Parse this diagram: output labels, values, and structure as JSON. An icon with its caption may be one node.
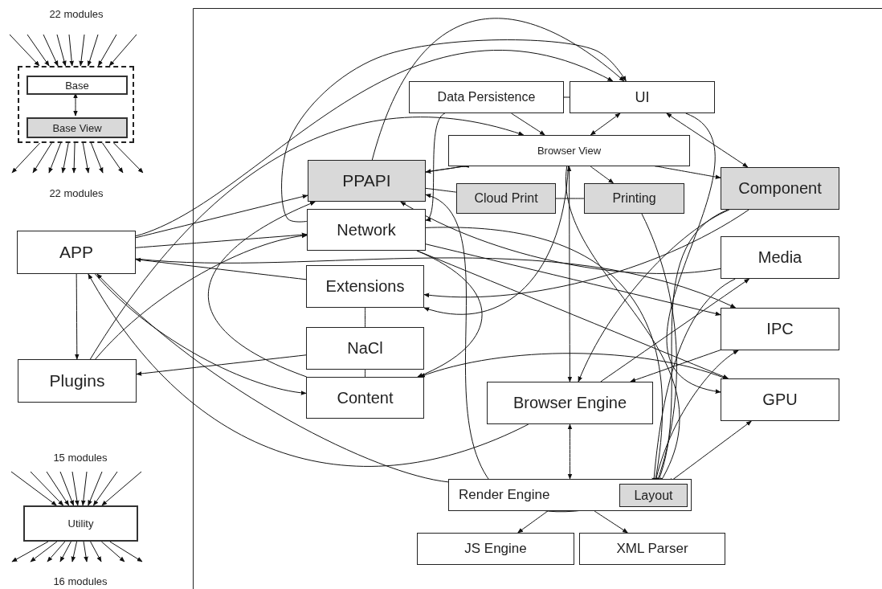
{
  "diagram": {
    "nodes": [
      {
        "text": [],
        "shape": "box"
      },
      {
        "text": [
          "Base"
        ],
        "in": 0
      },
      {
        "text": [
          "Base View"
        ],
        "in": 0
      },
      {
        "text": [
          "APP"
        ]
      },
      {
        "text": [
          "Plugins"
        ]
      },
      {
        "text": [
          "Utility"
        ]
      },
      {
        "text": [
          "Data Persistence"
        ]
      },
      {
        "text": [
          "UI"
        ]
      },
      {
        "text": [
          "Browser View"
        ]
      },
      {
        "text": [
          "PPAPI"
        ]
      },
      {
        "text": [
          "Cloud Print"
        ]
      },
      {
        "text": [
          "Printing"
        ]
      },
      {
        "text": [
          "Component"
        ]
      },
      {
        "text": [
          "Network"
        ]
      },
      {
        "text": [
          "Media"
        ]
      },
      {
        "text": [
          "Extensions"
        ]
      },
      {
        "text": [
          "NaCl"
        ]
      },
      {
        "text": [
          "IPC"
        ]
      },
      {
        "text": [
          "Content"
        ]
      },
      {
        "text": [
          "Browser Engine"
        ]
      },
      {
        "text": [
          "GPU"
        ]
      },
      {
        "text": [
          "Render Engine"
        ]
      },
      {
        "text": [
          "Layout"
        ],
        "in": 21
      },
      {
        "text": [
          "JS Engine"
        ]
      },
      {
        "text": [
          "XML Parser"
        ]
      }
    ],
    "edges": [
      {
        "from": 1,
        "to": 2,
        "arrow": "both"
      },
      {
        "from": 21,
        "to": 23,
        "arrow": "to"
      },
      {
        "from": 21,
        "to": 24,
        "arrow": "to"
      },
      {
        "from": 19,
        "to": 21,
        "arrow": "both"
      },
      {
        "from": 7,
        "to": 8,
        "arrow": "both"
      },
      {
        "from": 7,
        "to": 12,
        "arrow": "both"
      },
      {
        "from": 11,
        "to": 10,
        "arrow": "to"
      },
      {
        "from": 8,
        "to": 11,
        "arrow": "to"
      },
      {
        "from": 8,
        "to": 12,
        "arrow": "to"
      },
      {
        "from": 6,
        "to": 13,
        "arrow": "to"
      },
      {
        "from": 9,
        "to": 8,
        "arrow": "to"
      },
      {
        "from": 6,
        "to": 8,
        "arrow": "to"
      },
      {
        "from": 3,
        "to": 4,
        "arrow": "to"
      },
      {
        "from": 16,
        "to": 4,
        "arrow": "to"
      },
      {
        "from": 3,
        "to": 18,
        "arrow": "to"
      },
      {
        "from": 3,
        "to": 17,
        "arrow": "to"
      },
      {
        "from": 3,
        "to": 13,
        "arrow": "to"
      },
      {
        "from": 15,
        "to": 3,
        "arrow": "to"
      },
      {
        "from": 21,
        "to": 3,
        "arrow": "to"
      },
      {
        "from": 19,
        "to": 3,
        "arrow": "to"
      },
      {
        "from": 15,
        "to": 16,
        "arrow": "to"
      },
      {
        "from": 16,
        "to": 18,
        "arrow": "to"
      },
      {
        "from": 13,
        "to": 18,
        "arrow": "to"
      },
      {
        "from": 20,
        "to": 18,
        "arrow": "to"
      },
      {
        "from": 8,
        "to": 19,
        "arrow": "both"
      },
      {
        "from": 17,
        "to": 19,
        "arrow": "to"
      },
      {
        "from": 8,
        "to": 22,
        "arrow": "to"
      },
      {
        "from": 9,
        "to": 22,
        "arrow": "both"
      },
      {
        "from": 13,
        "to": 22,
        "arrow": "to"
      },
      {
        "from": 11,
        "to": 22,
        "arrow": "to"
      },
      {
        "from": 13,
        "to": 20,
        "arrow": "to"
      },
      {
        "from": 20,
        "to": 22,
        "arrow": "both"
      },
      {
        "from": 12,
        "to": 22,
        "arrow": "to"
      },
      {
        "from": 14,
        "to": 22,
        "arrow": "to"
      },
      {
        "from": 7,
        "to": 20,
        "arrow": "to"
      },
      {
        "from": 19,
        "to": 14,
        "arrow": "to"
      },
      {
        "from": 22,
        "to": 17,
        "arrow": "to"
      },
      {
        "from": 13,
        "to": 17,
        "arrow": "to"
      },
      {
        "from": 8,
        "to": 9,
        "arrow": "to"
      },
      {
        "from": 10,
        "to": 9,
        "arrow": "to"
      },
      {
        "from": 14,
        "to": 9,
        "arrow": "to"
      },
      {
        "from": 18,
        "to": 9,
        "arrow": "to"
      },
      {
        "from": 13,
        "to": 7,
        "arrow": "to"
      },
      {
        "from": 9,
        "to": 7,
        "arrow": "to"
      },
      {
        "from": 3,
        "to": 7,
        "arrow": "to"
      },
      {
        "from": 6,
        "to": 7,
        "arrow": "both"
      },
      {
        "from": 12,
        "to": 15,
        "arrow": "to"
      },
      {
        "from": 8,
        "to": 15,
        "arrow": "to"
      },
      {
        "from": 4,
        "to": 13,
        "arrow": "to"
      },
      {
        "from": 4,
        "to": 8,
        "arrow": "to"
      },
      {
        "from": 3,
        "to": 9,
        "arrow": "to"
      },
      {
        "from": 12,
        "to": 19,
        "arrow": "to"
      },
      {
        "from": null,
        "to": 0,
        "arrow": "to"
      },
      {
        "from": null,
        "to": 0,
        "arrow": "to"
      },
      {
        "from": null,
        "to": 0,
        "arrow": "to"
      },
      {
        "from": null,
        "to": 0,
        "arrow": "to"
      },
      {
        "from": null,
        "to": 0,
        "arrow": "to"
      },
      {
        "from": null,
        "to": 0,
        "arrow": "to"
      },
      {
        "from": null,
        "to": 0,
        "arrow": "to"
      },
      {
        "from": null,
        "to": 0,
        "arrow": "to"
      },
      {
        "from": null,
        "to": 0,
        "arrow": "to"
      },
      {
        "from": 0,
        "to": null,
        "arrow": "to"
      },
      {
        "from": 0,
        "to": null,
        "arrow": "to"
      },
      {
        "from": 0,
        "to": null,
        "arrow": "to"
      },
      {
        "from": 0,
        "to": null,
        "arrow": "to"
      },
      {
        "from": 0,
        "to": null,
        "arrow": "to"
      },
      {
        "from": 0,
        "to": null,
        "arrow": "to"
      },
      {
        "from": 0,
        "to": null,
        "arrow": "to"
      },
      {
        "from": 0,
        "to": null,
        "arrow": "to"
      },
      {
        "from": 0,
        "to": null,
        "arrow": "to"
      },
      {
        "from": null,
        "to": 5,
        "arrow": "to"
      },
      {
        "from": null,
        "to": 5,
        "arrow": "to"
      },
      {
        "from": null,
        "to": 5,
        "arrow": "to"
      },
      {
        "from": null,
        "to": 5,
        "arrow": "to"
      },
      {
        "from": null,
        "to": 5,
        "arrow": "to"
      },
      {
        "from": null,
        "to": 5,
        "arrow": "to"
      },
      {
        "from": null,
        "to": 5,
        "arrow": "to"
      },
      {
        "from": null,
        "to": 5,
        "arrow": "to"
      },
      {
        "from": null,
        "to": 5,
        "arrow": "to"
      },
      {
        "from": 5,
        "to": null,
        "arrow": "to"
      },
      {
        "from": 5,
        "to": null,
        "arrow": "to"
      },
      {
        "from": 5,
        "to": null,
        "arrow": "to"
      },
      {
        "from": 5,
        "to": null,
        "arrow": "to"
      },
      {
        "from": 5,
        "to": null,
        "arrow": "to"
      },
      {
        "from": 5,
        "to": null,
        "arrow": "to"
      },
      {
        "from": 5,
        "to": null,
        "arrow": "to"
      },
      {
        "from": 5,
        "to": null,
        "arrow": "to"
      },
      {
        "from": 5,
        "to": null,
        "arrow": "to"
      }
    ],
    "labels": [
      "22 modules",
      "22 modules",
      "15 modules",
      "16 modules"
    ]
  }
}
